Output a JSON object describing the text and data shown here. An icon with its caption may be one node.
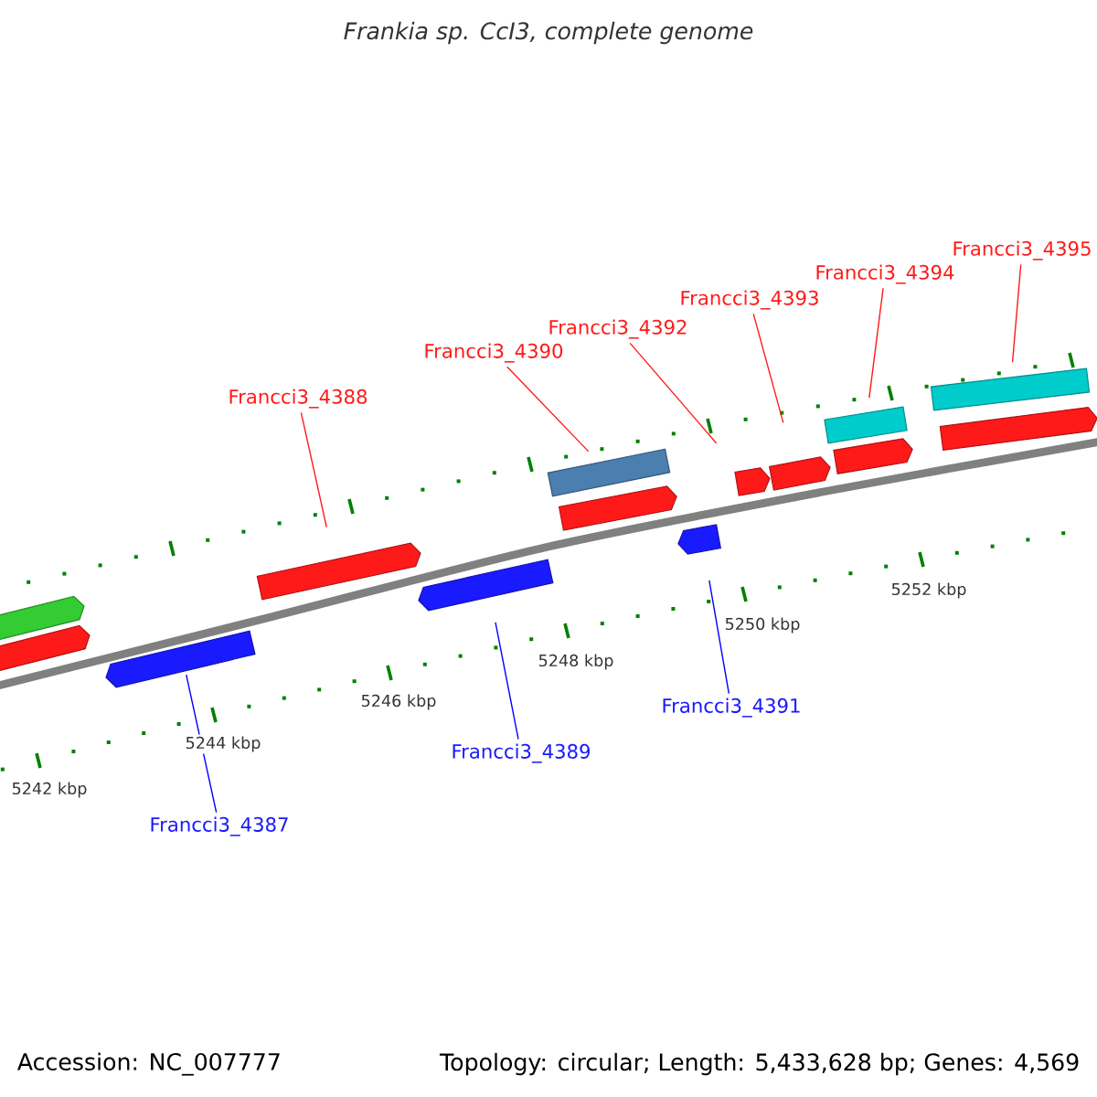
{
  "diagram": {
    "title": "Frankia sp. CcI3, complete genome",
    "nodes": [
      {
        "text": [
          "Francci3_4388"
        ]
      },
      {
        "text": [
          "Francci3_4390"
        ]
      },
      {
        "text": [
          "Francci3_4392"
        ]
      },
      {
        "text": [
          "Francci3_4393"
        ]
      },
      {
        "text": [
          "Francci3_4394"
        ]
      },
      {
        "text": [
          "Francci3_4395"
        ]
      },
      {
        "text": [
          "Francci3_4387"
        ]
      },
      {
        "text": [
          "Francci3_4389"
        ]
      },
      {
        "text": [
          "Francci3_4391"
        ]
      },
      {
        "text": [],
        "shape": "bar"
      },
      {
        "text": [],
        "shape": "bar"
      },
      {
        "text": [],
        "shape": "bar"
      },
      {
        "text": [],
        "shape": "bar"
      },
      {
        "text": [],
        "shape": "bar"
      },
      {
        "text": [],
        "shape": "bar"
      },
      {
        "text": [],
        "shape": "bar"
      },
      {
        "text": [],
        "shape": "bar"
      },
      {
        "text": [],
        "shape": "bar"
      },
      {
        "text": [],
        "shape": "bar"
      },
      {
        "text": [],
        "shape": "bar"
      },
      {
        "text": [],
        "shape": "bar"
      },
      {
        "text": [],
        "shape": "bar"
      },
      {
        "text": [],
        "shape": "bar"
      }
    ],
    "edges": [
      {
        "from": 0,
        "to": 12,
        "arrow": "none"
      },
      {
        "from": 1,
        "to": 14,
        "arrow": "none"
      },
      {
        "from": 2,
        "to": 17,
        "arrow": "none"
      },
      {
        "from": 3,
        "to": 18,
        "arrow": "none"
      },
      {
        "from": 4,
        "to": 19,
        "arrow": "none"
      },
      {
        "from": 5,
        "to": 21,
        "arrow": "none"
      },
      {
        "from": 6,
        "to": 11,
        "arrow": "none",
        "color": "#0000ff"
      },
      {
        "from": 7,
        "to": 13,
        "arrow": "none",
        "color": "#0000ff"
      },
      {
        "from": 8,
        "to": 16,
        "arrow": "none",
        "color": "#0000ff"
      }
    ],
    "labels": [
      "5242 kbp",
      "5244 kbp",
      "5246 kbp",
      "5248 kbp",
      "5250 kbp",
      "5252 kbp",
      "Accession: NC_007777",
      "Topology: circular; Length: 5,433,628 bp; Genes: 4,569"
    ]
  }
}
